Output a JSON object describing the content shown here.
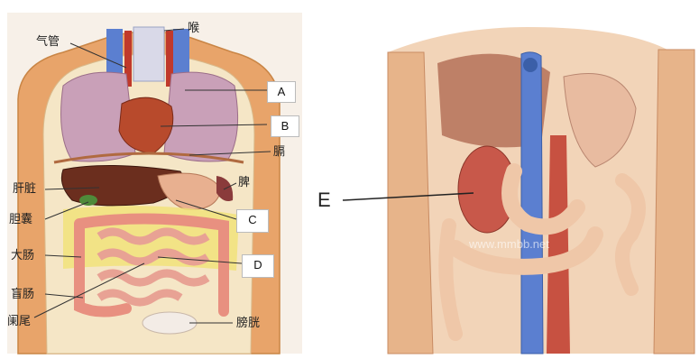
{
  "left_figure": {
    "labels": {
      "larynx": "喉",
      "trachea": "气管",
      "diaphragm": "膈",
      "liver": "肝脏",
      "spleen": "脾",
      "gallbladder": "胆囊",
      "large_intestine": "大肠",
      "cecum": "盲肠",
      "appendix": "阑尾",
      "bladder": "膀胱"
    },
    "markers": {
      "a": "A",
      "b": "B",
      "c": "C",
      "d": "D"
    }
  },
  "right_figure": {
    "marker_e": "E",
    "watermark": "www.mmbb.net"
  },
  "colors": {
    "skin": "#e8a46a",
    "lung": "#c9a0b8",
    "heart": "#b84a2c",
    "liver": "#6b2e1e",
    "intestine": "#e8a294",
    "fat": "#f1e27a",
    "vessel_blue": "#5b7fd0",
    "vessel_red": "#c0392b"
  }
}
